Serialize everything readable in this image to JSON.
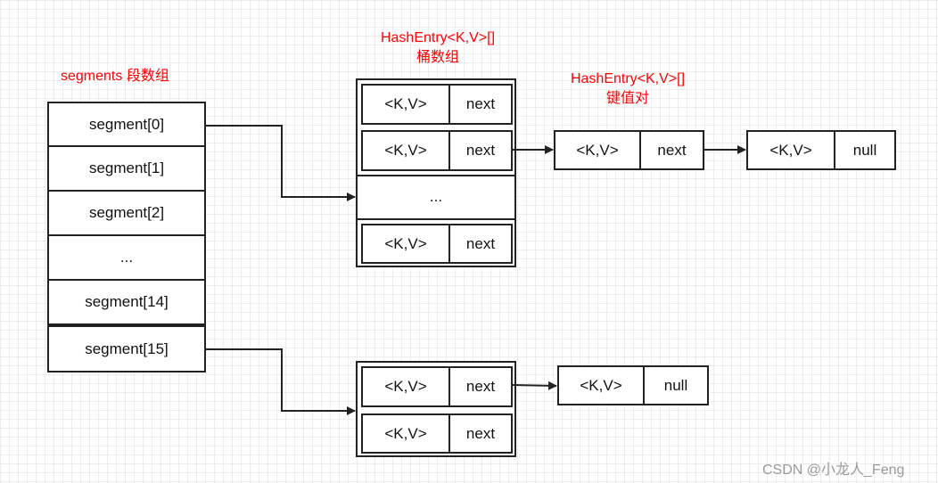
{
  "labels": {
    "segments": "segments 段数组",
    "bucket_title": "HashEntry<K,V>[]",
    "bucket_sub": "桶数组",
    "entry_title": "HashEntry<K,V>[]",
    "entry_sub": "键值对"
  },
  "segments": [
    "segment[0]",
    "segment[1]",
    "segment[2]",
    "...",
    "segment[14]",
    "segment[15]"
  ],
  "bucket_top": {
    "rows": [
      {
        "kv": "<K,V>",
        "next": "next"
      },
      {
        "kv": "<K,V>",
        "next": "next"
      },
      {
        "kv": "<K,V>",
        "next": "next"
      }
    ],
    "ellipsis": "..."
  },
  "chain_top": [
    {
      "kv": "<K,V>",
      "next": "next"
    },
    {
      "kv": "<K,V>",
      "next": "null"
    }
  ],
  "bucket_bottom": {
    "rows": [
      {
        "kv": "<K,V>",
        "next": "next"
      },
      {
        "kv": "<K,V>",
        "next": "next"
      }
    ]
  },
  "chain_bottom": [
    {
      "kv": "<K,V>",
      "next": "null"
    }
  ],
  "watermark": "CSDN @小龙人_Feng",
  "colors": {
    "label": "#ff0000",
    "stroke": "#222222",
    "watermark": "#9a9a9a"
  }
}
